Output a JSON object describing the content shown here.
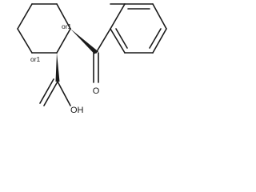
{
  "labels": {
    "stereo_1": "or1",
    "stereo_2": "or1",
    "oxygen_ketone": "O",
    "hydroxyl": "OH"
  }
}
